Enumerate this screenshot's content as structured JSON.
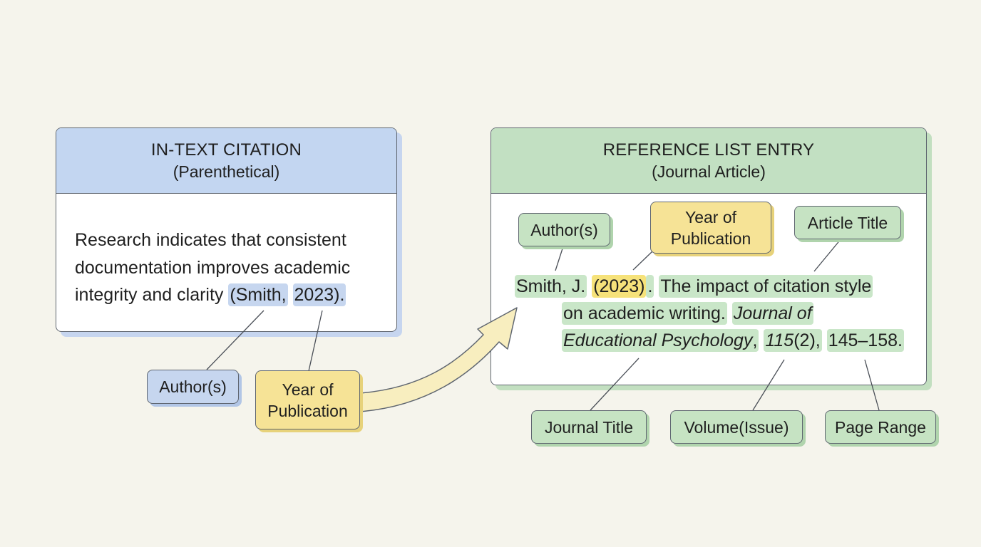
{
  "in_text": {
    "title": "IN-TEXT CITATION",
    "subtitle": "(Parenthetical)",
    "body_prefix": "Research indicates that consistent documentation improves academic integrity and clarity ",
    "cite_open": "(Smith",
    "cite_sep": ",",
    "cite_year": "2023",
    "cite_close": ").",
    "labels": {
      "author": "Author(s)",
      "year": "Year of Publication"
    }
  },
  "reference": {
    "title": "REFERENCE LIST ENTRY",
    "subtitle": "(Journal Article)",
    "author": "Smith, J.",
    "year": "(2023)",
    "year_dot": ".",
    "article_title_1": "The impact of citation style",
    "article_title_2": "on academic writing.",
    "journal_1": "Journal of",
    "journal_2": "Educational Psychology",
    "comma1": ",",
    "volume": "115",
    "issue": "(2)",
    "comma2": ",",
    "pages": "145–158.",
    "labels": {
      "author": "Author(s)",
      "year": "Year of Publication",
      "article_title": "Article Title",
      "journal_title": "Journal Title",
      "volume_issue": "Volume(Issue)",
      "page_range": "Page Range"
    }
  },
  "colors": {
    "background": "#f5f4ec",
    "blue": "#c3d6f1",
    "green": "#c2e0c2",
    "yellow": "#f6e396",
    "border": "#5f6670"
  }
}
